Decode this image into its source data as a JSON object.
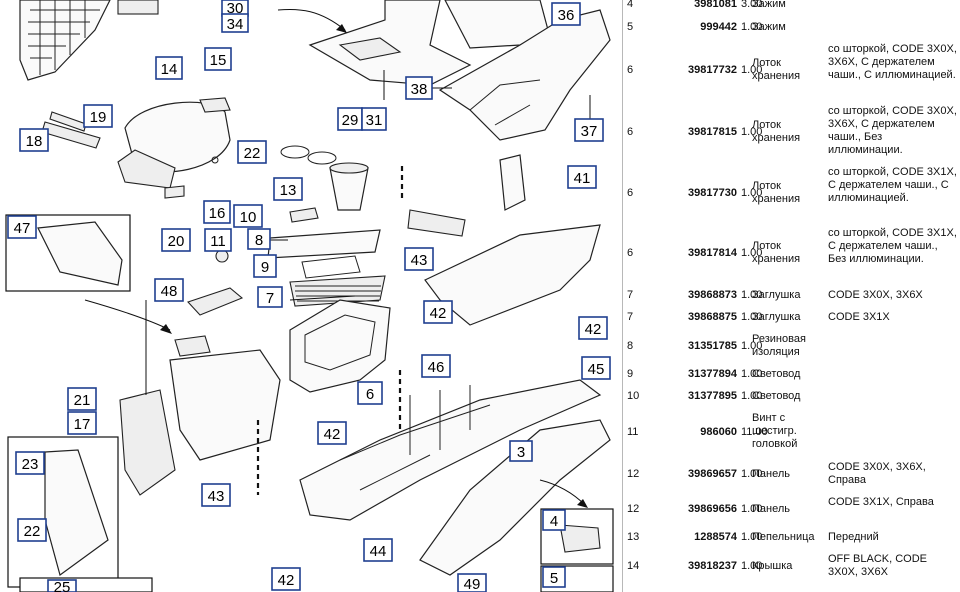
{
  "callouts": [
    "30",
    "34",
    "36",
    "14",
    "15",
    "38",
    "29",
    "31",
    "37",
    "19",
    "18",
    "22",
    "13",
    "41",
    "16",
    "10",
    "11",
    "8",
    "20",
    "47",
    "9",
    "43",
    "7",
    "48",
    "42",
    "6",
    "46",
    "45",
    "21",
    "17",
    "3",
    "23",
    "22",
    "43",
    "44",
    "4",
    "5",
    "42",
    "49",
    "25",
    "42",
    "42"
  ],
  "rows": [
    {
      "ref": "4",
      "pn": "3981081",
      "qty": "3.00",
      "name": "Зажим",
      "note": ""
    },
    {
      "ref": "5",
      "pn": "999442",
      "qty": "1.00",
      "name": "Зажим",
      "note": ""
    },
    {
      "ref": "6",
      "pn": "39817732",
      "qty": "1.00",
      "name": "Лоток хранения",
      "note": "со шторкой, CODE 3X0X, 3X6X, С держателем чаши., С иллюминацией."
    },
    {
      "ref": "6",
      "pn": "39817815",
      "qty": "1.00",
      "name": "Лоток хранения",
      "note": "со шторкой, CODE 3X0X, 3X6X, С держателем чаши., Без иллюминации."
    },
    {
      "ref": "6",
      "pn": "39817730",
      "qty": "1.00",
      "name": "Лоток хранения",
      "note": "со шторкой, CODE 3X1X, С держателем чаши., С иллюминацией."
    },
    {
      "ref": "6",
      "pn": "39817814",
      "qty": "1.00",
      "name": "Лоток хранения",
      "note": "со шторкой, CODE 3X1X, С держателем чаши., Без иллюминации."
    },
    {
      "ref": "7",
      "pn": "39868873",
      "qty": "1.00",
      "name": "Заглушка",
      "note": "CODE 3X0X, 3X6X"
    },
    {
      "ref": "7",
      "pn": "39868875",
      "qty": "1.00",
      "name": "Заглушка",
      "note": "CODE 3X1X"
    },
    {
      "ref": "8",
      "pn": "31351785",
      "qty": "1.00",
      "name": "Резиновая изоляция",
      "note": ""
    },
    {
      "ref": "9",
      "pn": "31377894",
      "qty": "1.00",
      "name": "Световод",
      "note": ""
    },
    {
      "ref": "10",
      "pn": "31377895",
      "qty": "1.00",
      "name": "Световод",
      "note": ""
    },
    {
      "ref": "11",
      "pn": "986060",
      "qty": "11.00",
      "name": "Винт с шестигр. головкой",
      "note": ""
    },
    {
      "ref": "12",
      "pn": "39869657",
      "qty": "1.00",
      "name": "Панель",
      "note": "CODE 3X0X, 3X6X, Справа"
    },
    {
      "ref": "12",
      "pn": "39869656",
      "qty": "1.00",
      "name": "Панель",
      "note": "CODE 3X1X, Справа"
    },
    {
      "ref": "13",
      "pn": "1288574",
      "qty": "1.00",
      "name": "Пепельница",
      "note": "Передний"
    },
    {
      "ref": "14",
      "pn": "39818237",
      "qty": "1.00",
      "name": "Крышка",
      "note": "OFF BLACK, CODE 3X0X, 3X6X"
    }
  ]
}
